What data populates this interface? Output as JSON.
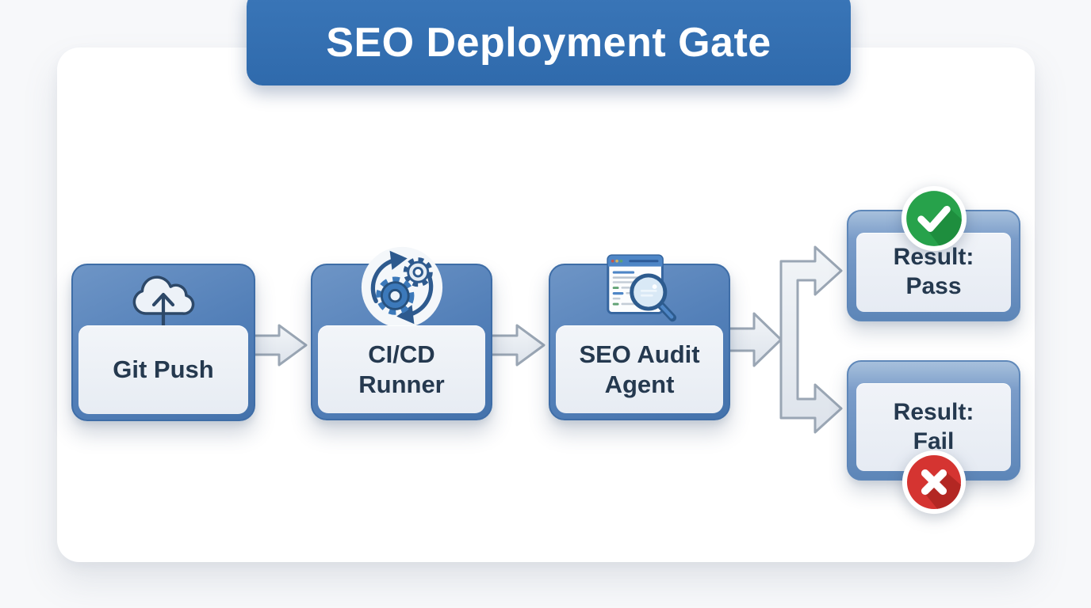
{
  "title": {
    "text": "SEO Deployment Gate"
  },
  "flow": {
    "nodes": [
      {
        "id": "git-push",
        "label": "Git Push",
        "icon": "cloud-upload-icon"
      },
      {
        "id": "cicd-runner",
        "label": "CI/CD Runner",
        "icon": "sync-gears-icon"
      },
      {
        "id": "seo-audit-agent",
        "label": "SEO Audit Agent",
        "icon": "browser-seo-magnifier-icon"
      }
    ],
    "results": [
      {
        "id": "result-pass",
        "label": "Result: Pass",
        "status": "pass",
        "icon": "check-circle-icon",
        "status_color": "#27a24b"
      },
      {
        "id": "result-fail",
        "label": "Result: Fail",
        "status": "fail",
        "icon": "x-circle-icon",
        "status_color": "#d53431"
      }
    ]
  },
  "colors": {
    "banner_blue": "#3270b2",
    "node_header_blue": "#527fb8",
    "node_border_blue": "#3e6da7",
    "node_body_gray": "#ebeff5",
    "arrow_fill": "#eef1f6",
    "arrow_stroke": "#9aa6b4",
    "pass_green": "#27a24b",
    "fail_red": "#d53431",
    "label_text": "#25394f",
    "card_bg": "#ffffff"
  }
}
